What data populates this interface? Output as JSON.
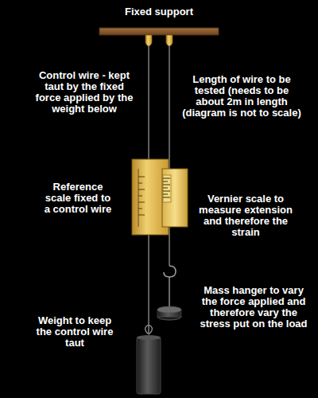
{
  "diagram": {
    "labels": [
      "Fixed support",
      "Control wire - kept taut by the fixed force applied by the weight below",
      "Length of wire to be tested (needs to be about 2m in length (diagram is not to scale)",
      "Reference scale fixed to a control wire",
      "Vernier scale to measure extension and therefore the strain",
      "Mass hanger to vary the force applied and therefore vary the stress put on the load",
      "Weight to keep the control wire taut"
    ]
  }
}
